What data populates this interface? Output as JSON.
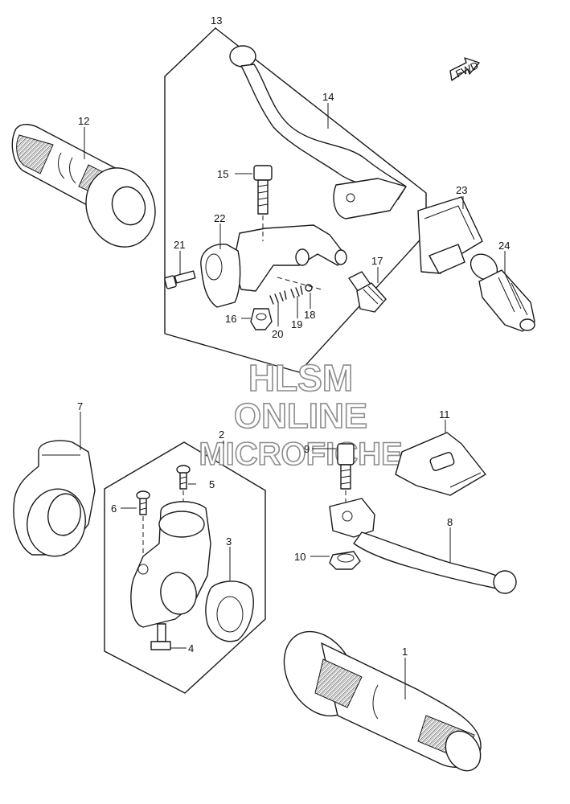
{
  "fwd_label": "FWD",
  "watermark": {
    "line1": "HLSM",
    "line2": "ONLINE",
    "line3": "MICROFICHE",
    "color": "#8c8c8c"
  },
  "callouts": {
    "p1": "1",
    "p2": "2",
    "p3": "3",
    "p4": "4",
    "p5": "5",
    "p6": "6",
    "p7": "7",
    "p8": "8",
    "p9": "9",
    "p10": "10",
    "p11": "11",
    "p12": "12",
    "p13": "13",
    "p14": "14",
    "p15": "15",
    "p16": "16",
    "p17": "17",
    "p18": "18",
    "p19": "19",
    "p20": "20",
    "p21": "21",
    "p22": "22",
    "p23": "23",
    "p24": "24"
  }
}
